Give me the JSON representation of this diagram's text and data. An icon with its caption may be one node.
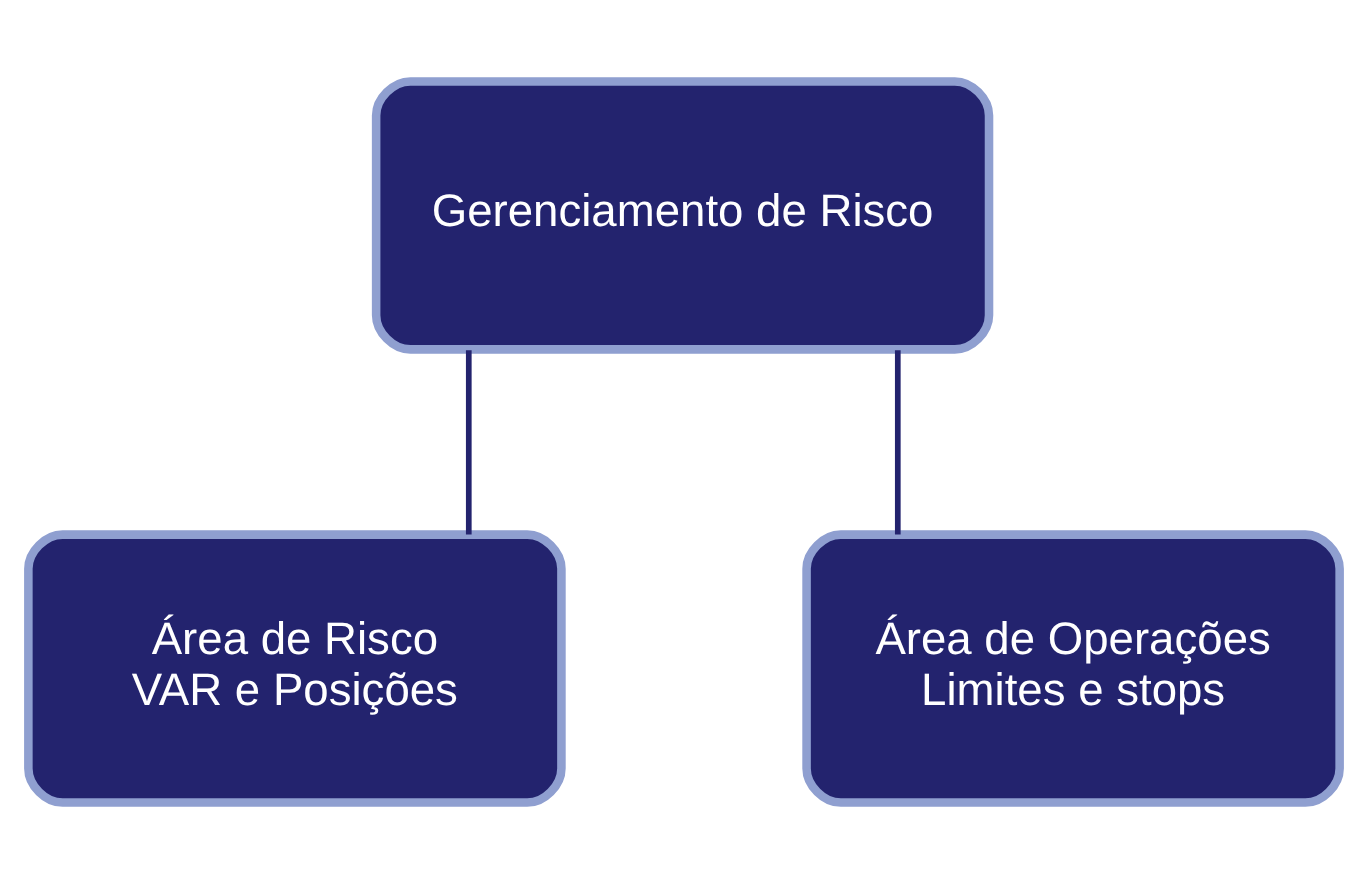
{
  "diagram": {
    "nodes": [
      {
        "text": [
          "Gerenciamento de Risco"
        ]
      },
      {
        "text": [
          "Área de Risco",
          "VAR e Posições"
        ]
      },
      {
        "text": [
          "Área de Operações",
          "Limites e stops"
        ]
      }
    ],
    "edges": [
      {
        "from": 0,
        "to": 1,
        "arrow": "none"
      },
      {
        "from": 0,
        "to": 2,
        "arrow": "none"
      }
    ]
  }
}
